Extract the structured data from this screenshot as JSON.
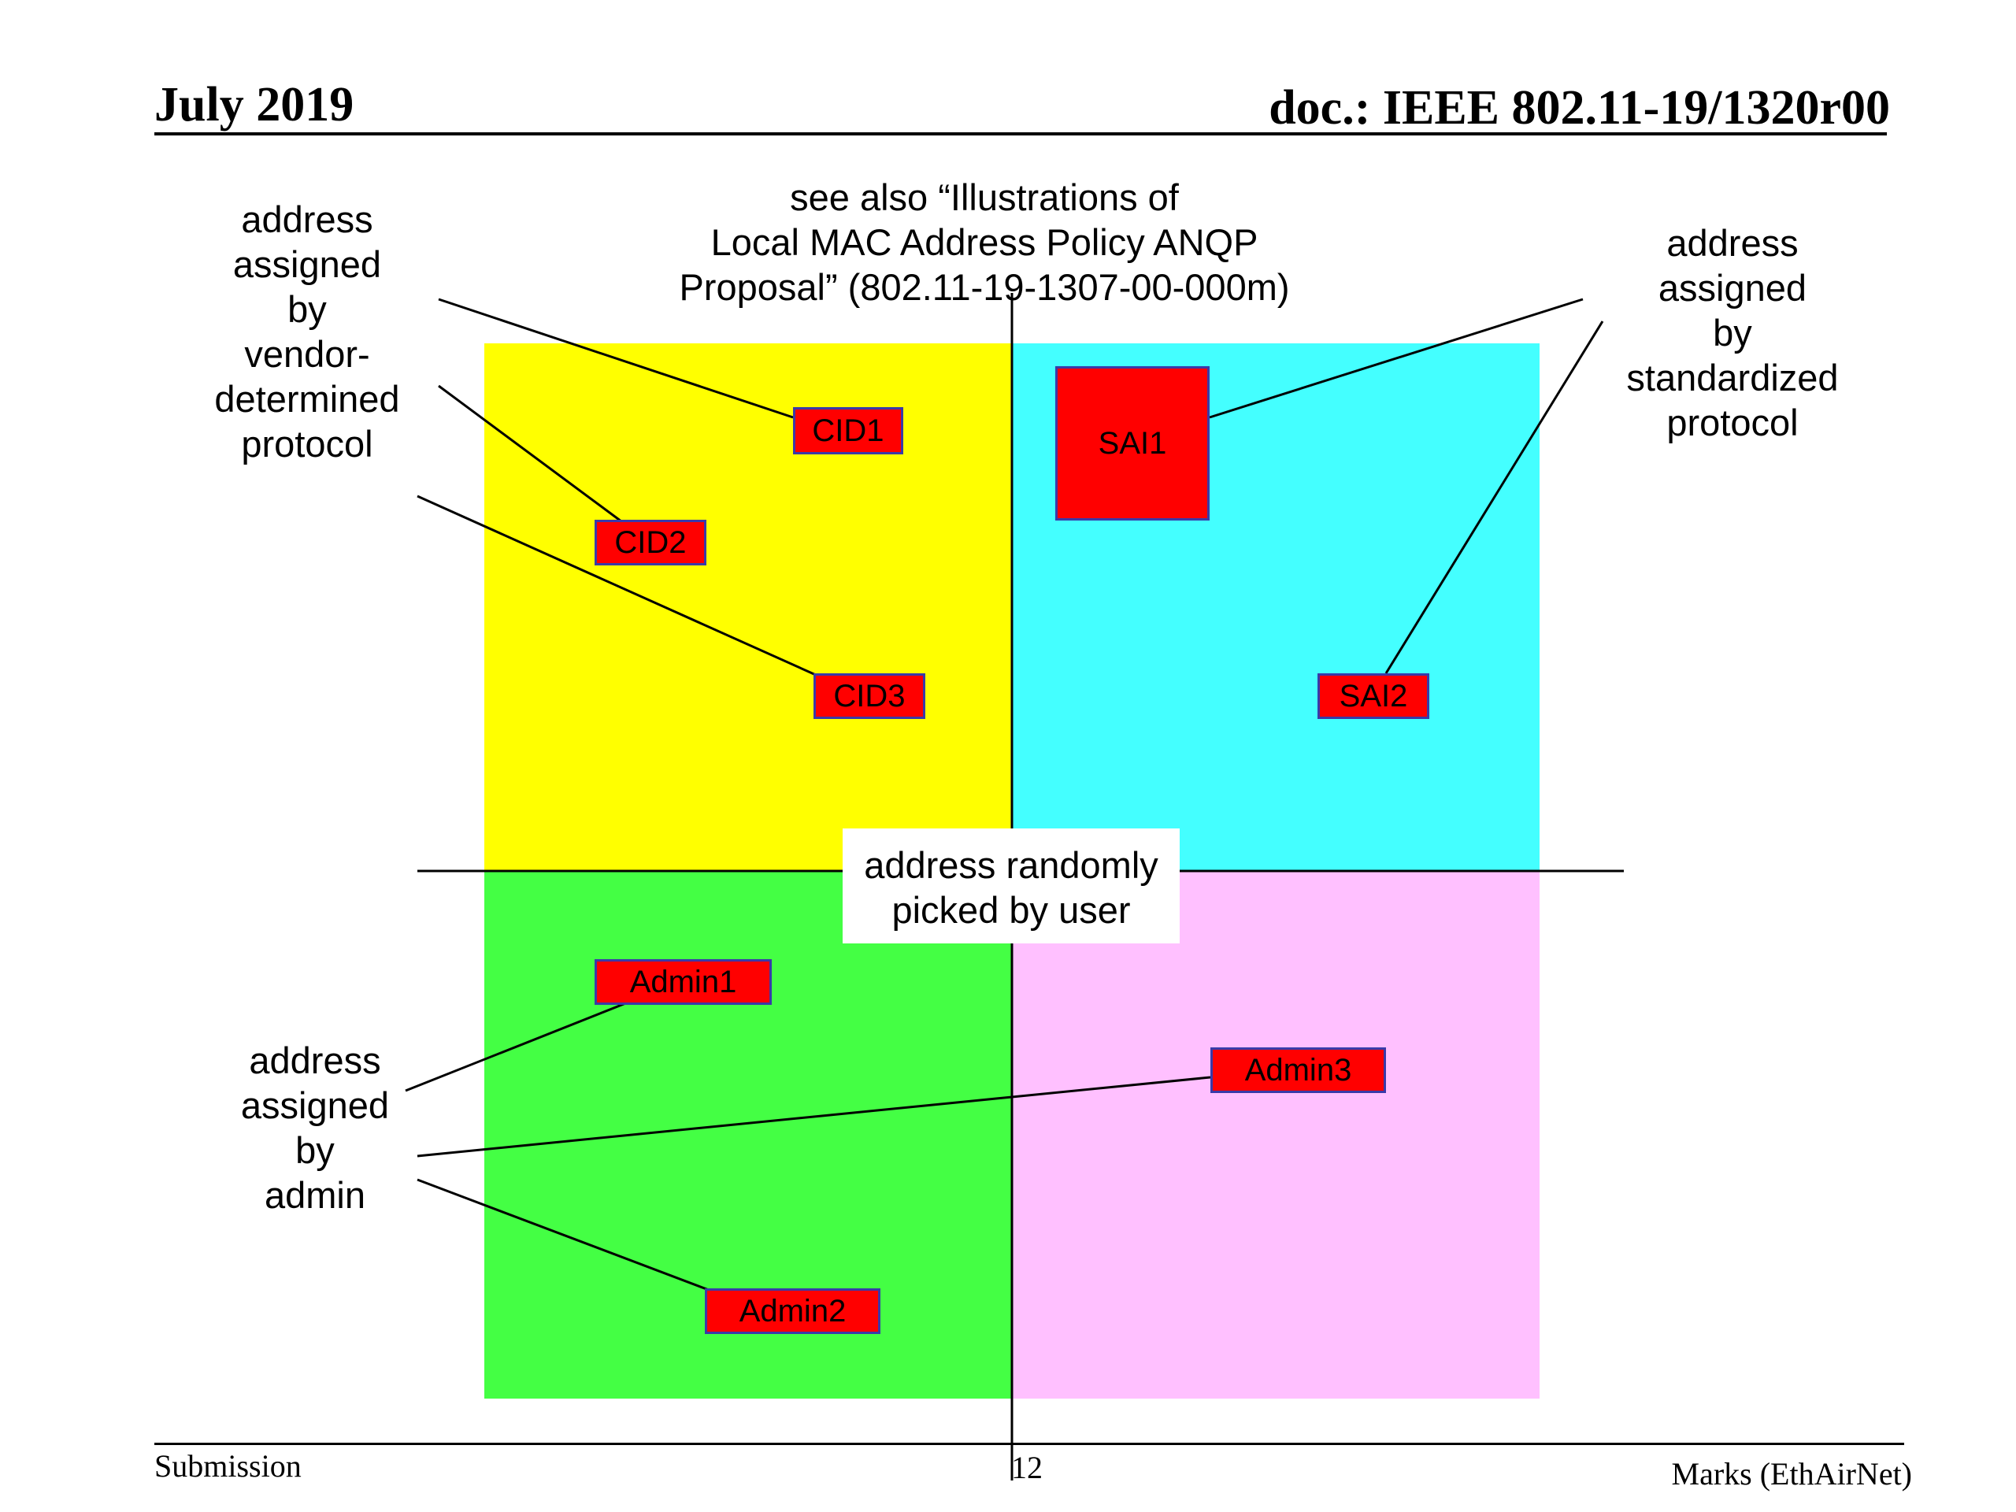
{
  "header": {
    "date": "July 2019",
    "doc": "doc.: IEEE 802.11-19/1320r00"
  },
  "footer": {
    "left": "Submission",
    "page": "12",
    "right": "Marks (EthAirNet)"
  },
  "reference_note": {
    "lines": [
      "see also “Illustrations of",
      "Local MAC Address Policy ANQP",
      "Proposal” (802.11-19-1307-00-000m)"
    ]
  },
  "quadrants": {
    "top_left": {
      "color": "#ffff00"
    },
    "top_right": {
      "color": "#44ffff"
    },
    "bottom_left": {
      "color": "#44ff44"
    },
    "bottom_right": {
      "color": "#ffc0ff"
    }
  },
  "labels": {
    "vendor": [
      "address",
      "assigned",
      "by",
      "vendor-",
      "determined",
      "protocol"
    ],
    "standard": [
      "address",
      "assigned",
      "by",
      "standardized",
      "protocol"
    ],
    "admin": [
      "address",
      "assigned",
      "by",
      "admin"
    ],
    "random": [
      "address randomly",
      "picked by user"
    ]
  },
  "boxes": {
    "cid1": "CID1",
    "cid2": "CID2",
    "cid3": "CID3",
    "sai1": "SAI1",
    "sai2": "SAI2",
    "admin1": "Admin1",
    "admin2": "Admin2",
    "admin3": "Admin3"
  },
  "colors": {
    "box_fill": "#ff0000",
    "box_border": "#3a3aa8"
  }
}
